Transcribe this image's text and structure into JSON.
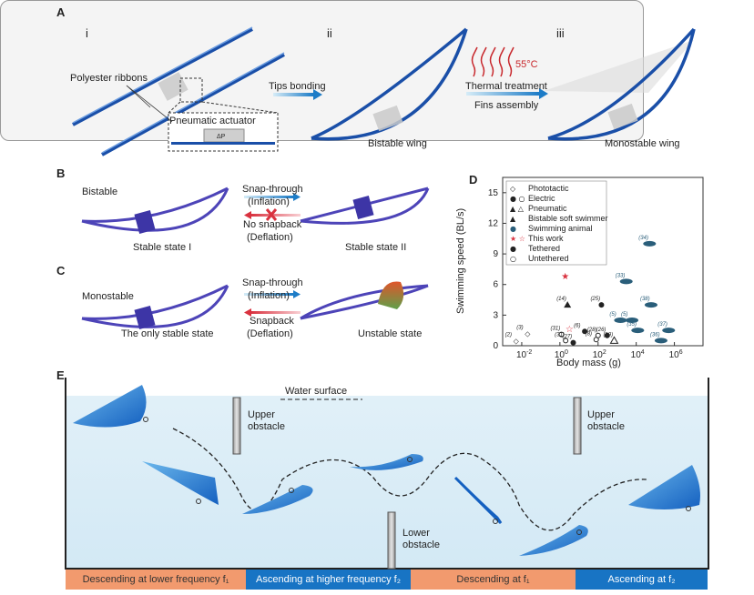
{
  "panels": {
    "A": "A",
    "B": "B",
    "C": "C",
    "D": "D",
    "E": "E"
  },
  "panelA": {
    "steps": [
      "i",
      "ii",
      "iii"
    ],
    "ribbons_label": "Polyester ribbons",
    "actuator_label": "Pneumatic actuator",
    "delta_p": "ΔP",
    "tips_bonding": "Tips bonding",
    "temp": "55°C",
    "thermal": "Thermal treatment",
    "fins": "Fins assembly",
    "bistable_wing": "Bistable wing",
    "monostable_wing": "Monostable wing"
  },
  "panelB": {
    "title": "Bistable",
    "snap_through": "Snap-through",
    "inflation": "(Inflation)",
    "no_snapback": "No snapback",
    "deflation": "(Deflation)",
    "state1": "Stable state I",
    "state2": "Stable state II"
  },
  "panelC": {
    "title": "Monostable",
    "snap_through": "Snap-through",
    "inflation": "(Inflation)",
    "snapback": "Snapback",
    "deflation": "(Deflation)",
    "state1": "The only stable state",
    "state2": "Unstable state"
  },
  "chart_data": {
    "type": "scatter",
    "xlabel": "Body mass (g)",
    "ylabel": "Swimming speed (BL/s)",
    "x_scale": "log",
    "x_ticks": [
      "10-2",
      "100",
      "102",
      "104",
      "106"
    ],
    "y_ticks": [
      "0",
      "3",
      "6",
      "9",
      "12",
      "15"
    ],
    "ylim": [
      0,
      16.5
    ],
    "legend": [
      "Phototactic",
      "Electric",
      "Pneumatic",
      "Bistable soft swimmer",
      "Swimming animal",
      "This work",
      "Tethered",
      "Untethered"
    ],
    "points": [
      {
        "x": 0.005,
        "y": 0.5,
        "ref": "(2)",
        "kind": "phototactic"
      },
      {
        "x": 0.02,
        "y": 1.2,
        "ref": "(3)",
        "kind": "phototactic"
      },
      {
        "x": 1.2,
        "y": 1.1,
        "ref": "(31)",
        "kind": "electric-untethered"
      },
      {
        "x": 2,
        "y": 0.5,
        "ref": "(31)",
        "kind": "electric-untethered"
      },
      {
        "x": 5,
        "y": 0.3,
        "ref": "(27)",
        "kind": "electric-tethered"
      },
      {
        "x": 20,
        "y": 1.4,
        "ref": "(6)",
        "kind": "electric-tethered"
      },
      {
        "x": 80,
        "y": 0.6,
        "ref": "(8)",
        "kind": "electric-untethered"
      },
      {
        "x": 100,
        "y": 1.0,
        "ref": "(28)",
        "kind": "electric-untethered"
      },
      {
        "x": 150,
        "y": 4.0,
        "ref": "(25)",
        "kind": "electric-tethered"
      },
      {
        "x": 300,
        "y": 1.0,
        "ref": "(26)",
        "kind": "electric-tethered"
      },
      {
        "x": 700,
        "y": 0.5,
        "ref": "(19)",
        "kind": "pneumatic-untethered"
      },
      {
        "x": 2.5,
        "y": 4.0,
        "ref": "(14)",
        "kind": "bistable"
      },
      {
        "x": 3,
        "y": 1.6,
        "ref": "",
        "kind": "this-work-untethered"
      },
      {
        "x": 1.8,
        "y": 6.8,
        "ref": "",
        "kind": "this-work-tethered"
      },
      {
        "x": 1500,
        "y": 2.5,
        "ref": "(5)",
        "kind": "animal"
      },
      {
        "x": 6000,
        "y": 2.5,
        "ref": "(5)",
        "kind": "animal"
      },
      {
        "x": 3000,
        "y": 6.3,
        "ref": "(33)",
        "kind": "animal"
      },
      {
        "x": 12000,
        "y": 1.5,
        "ref": "(35)",
        "kind": "animal"
      },
      {
        "x": 60000,
        "y": 4.0,
        "ref": "(38)",
        "kind": "animal"
      },
      {
        "x": 50000,
        "y": 10.0,
        "ref": "(34)",
        "kind": "animal"
      },
      {
        "x": 500000,
        "y": 1.5,
        "ref": "(37)",
        "kind": "animal"
      },
      {
        "x": 200000,
        "y": 0.5,
        "ref": "(36)",
        "kind": "animal"
      }
    ]
  },
  "panelE": {
    "water_surface": "Water surface",
    "upper_obstacle": "Upper\nobstacle",
    "lower_obstacle": "Lower\nobstacle"
  },
  "bars": [
    {
      "text": "Descending at lower frequency f₁",
      "color": "#f29a6e"
    },
    {
      "text": "Ascending at higher frequency f₂",
      "color": "#1874c4"
    },
    {
      "text": "Descending at f₁",
      "color": "#f29a6e"
    },
    {
      "text": "Ascending at f₂",
      "color": "#1874c4"
    }
  ]
}
